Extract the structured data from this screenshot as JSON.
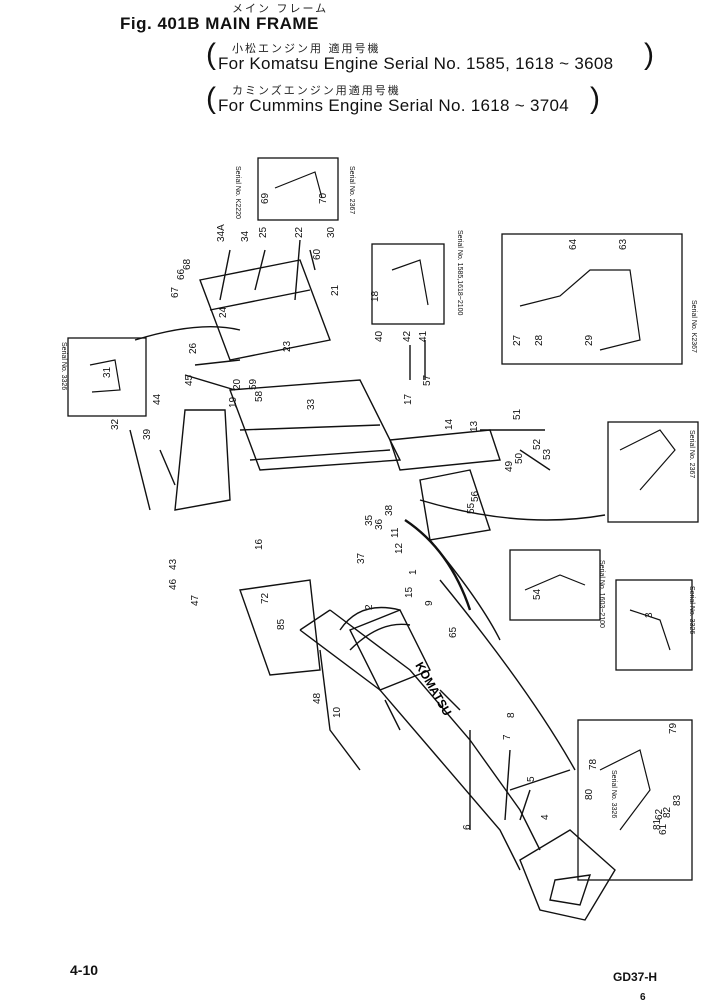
{
  "header": {
    "kana_title": "メイン フレーム",
    "title": "Fig. 401B MAIN FRAME",
    "komatsu_kana": "小松エンジン用 適用号機",
    "komatsu_serial": "For Komatsu Engine Serial No. 1585, 1618 ~ 3608",
    "cummins_kana": "カミンズエンジン用適用号機",
    "cummins_serial": "For Cummins Engine Serial No. 1618 ~ 3704"
  },
  "insets": {
    "serial_2220": "Serial No. K2220",
    "serial_2367a": "Serial No. 2367",
    "serial_1585": "Serial No. 1585,1618~2100",
    "serial_k2367": "Serial No. K2367",
    "serial_3326a": "Serial No. 3326",
    "serial_2367b": "Serial No. 2367",
    "serial_3326b": "Serial No. 3326",
    "serial_1603": "Serial No. 1603~2100",
    "serial_3326c": "Serial No. 3326",
    "applicable": "適用号機"
  },
  "frame_text": "KOMATSU",
  "part_numbers": [
    "1",
    "2",
    "3",
    "4",
    "5",
    "6",
    "7",
    "8",
    "9",
    "10",
    "11",
    "12",
    "13",
    "14",
    "15",
    "16",
    "17",
    "18",
    "19",
    "20",
    "21",
    "22",
    "23",
    "24",
    "25",
    "26",
    "27",
    "28",
    "29",
    "30",
    "31",
    "32",
    "33",
    "34",
    "34A",
    "35",
    "36",
    "37",
    "38",
    "39",
    "40",
    "41",
    "42",
    "43",
    "44",
    "45",
    "46",
    "47",
    "48",
    "49",
    "50",
    "51",
    "52",
    "53",
    "54",
    "55",
    "56",
    "57",
    "58",
    "59",
    "60",
    "61",
    "62",
    "63",
    "64",
    "65",
    "66",
    "67",
    "68",
    "69",
    "70",
    "72",
    "78",
    "79",
    "80",
    "81",
    "82",
    "83",
    "85"
  ],
  "footer": {
    "page": "4-10",
    "code": "GD37-H",
    "mark": "6"
  }
}
